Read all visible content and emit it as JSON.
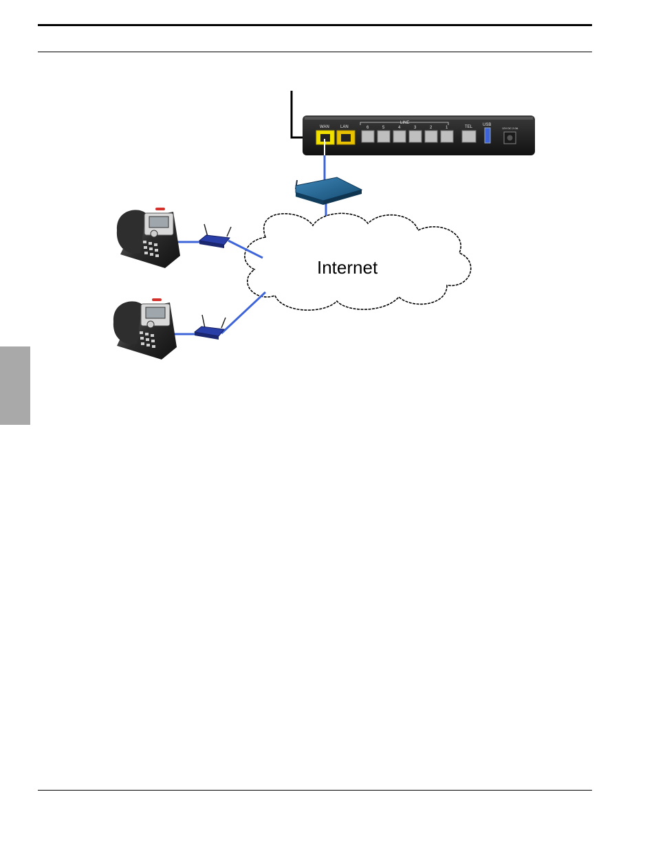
{
  "diagram": {
    "cloud_label": "Internet",
    "gateway": {
      "wan_label": "WAN",
      "lan_label": "LAN",
      "line_label": "LINE",
      "line_ports": [
        "6",
        "5",
        "4",
        "3",
        "2",
        "1"
      ],
      "tel_label": "TEL",
      "usb_label": "USB",
      "power_label": "12V DC 2.0A"
    }
  },
  "colors": {
    "link": "#3d64d8",
    "wan_highlight": "#f2e000",
    "side_tab": "#a9a9a9"
  }
}
